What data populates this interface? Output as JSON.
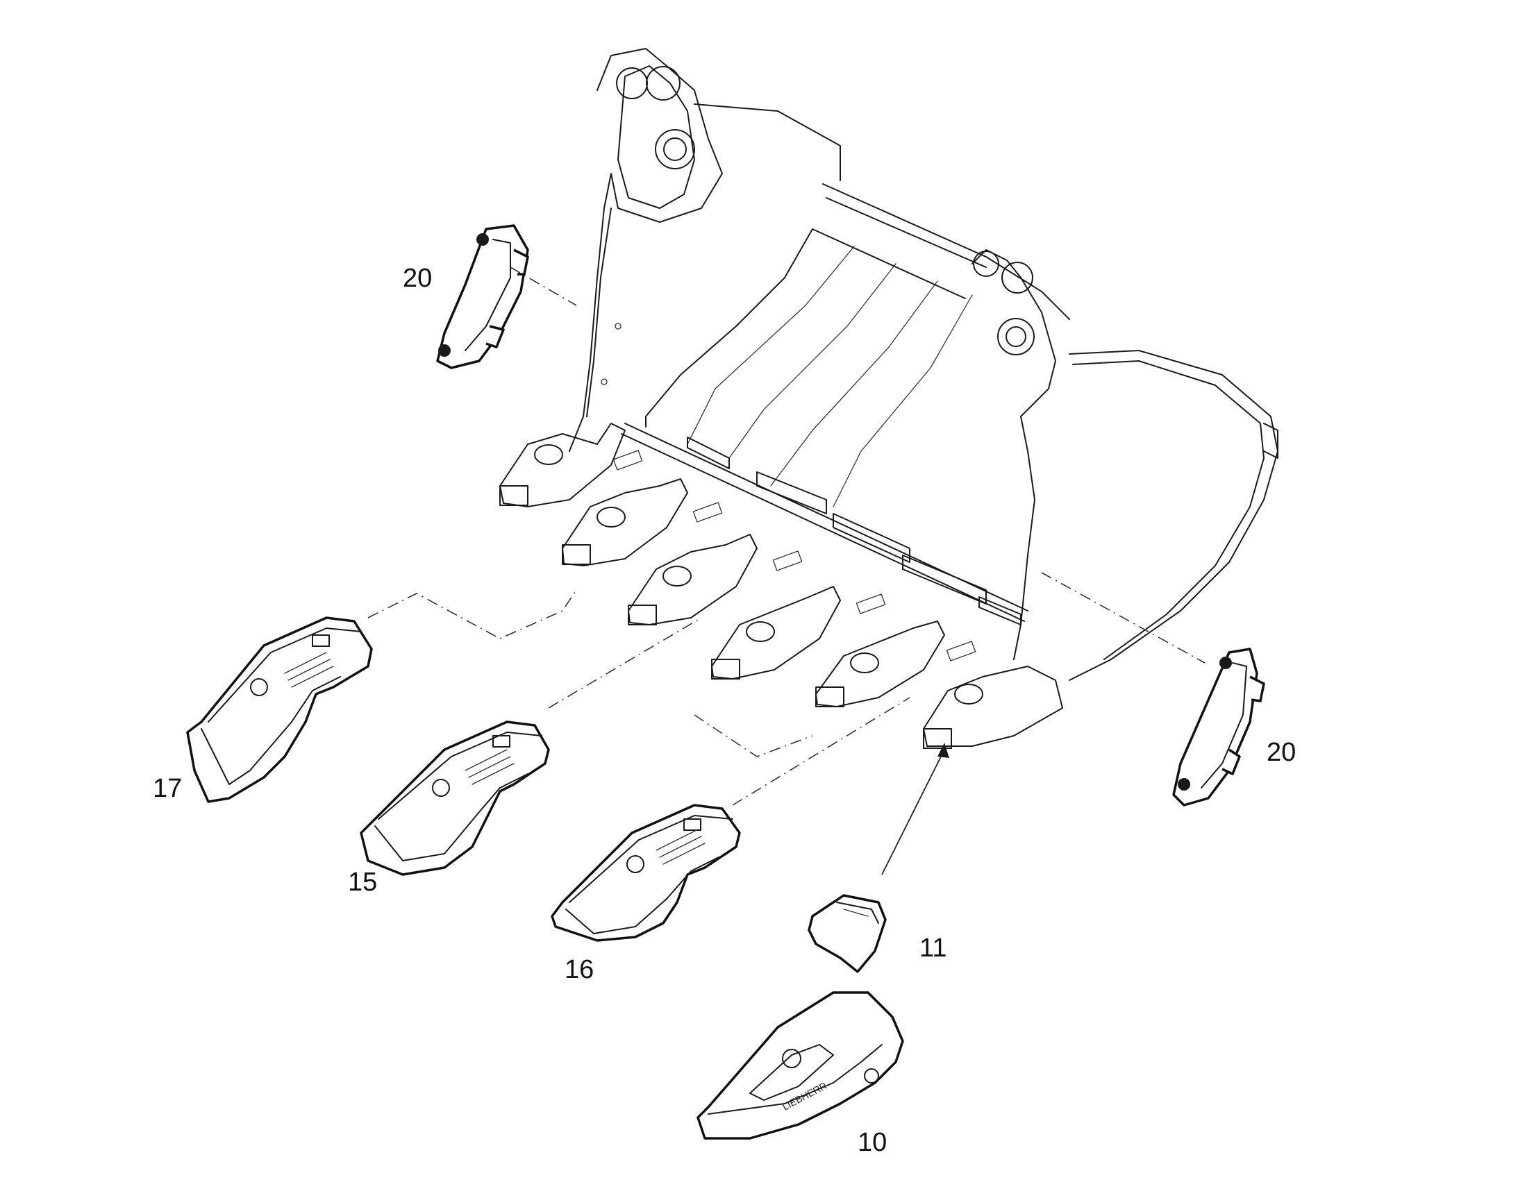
{
  "diagram": {
    "callouts": [
      {
        "id": "callout-20-left",
        "label": "20"
      },
      {
        "id": "callout-20-right",
        "label": "20"
      },
      {
        "id": "callout-17",
        "label": "17"
      },
      {
        "id": "callout-15",
        "label": "15"
      },
      {
        "id": "callout-16",
        "label": "16"
      },
      {
        "id": "callout-11",
        "label": "11"
      },
      {
        "id": "callout-10",
        "label": "10"
      }
    ],
    "part_brand_marking": "LIEBHERR"
  }
}
